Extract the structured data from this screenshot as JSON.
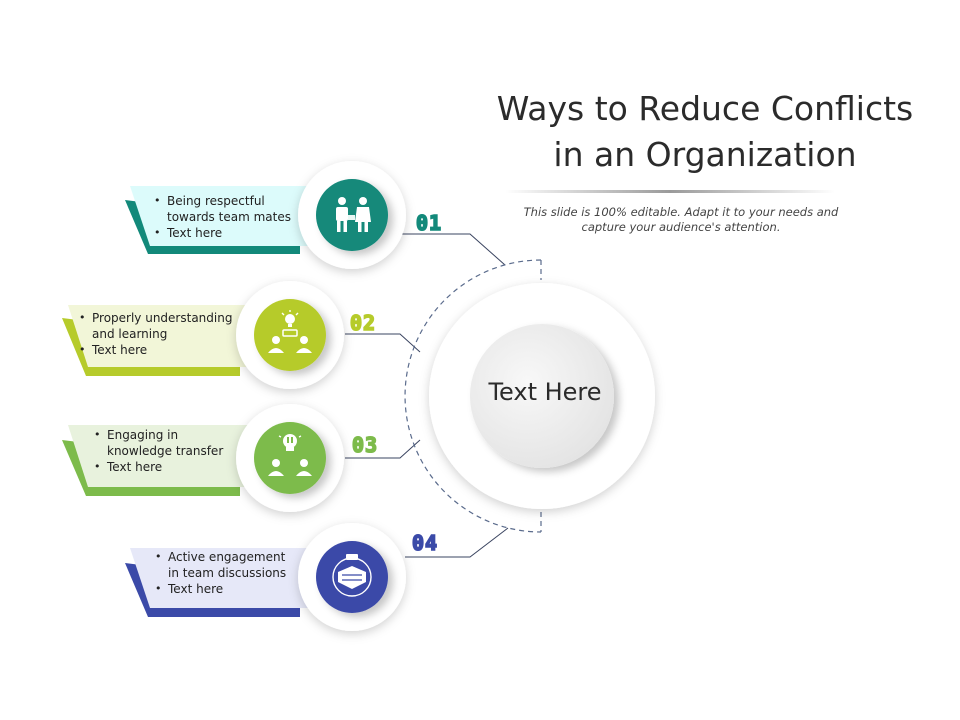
{
  "title": {
    "line1": "Ways to Reduce Conflicts",
    "line2": "in an Organization"
  },
  "subtitle": {
    "line1": "This slide is 100% editable. Adapt it to your needs and",
    "line2": "capture your audience's attention."
  },
  "center": {
    "label": "Text Here"
  },
  "steps": [
    {
      "number": "01",
      "color": "#12897a",
      "light": "#dcfbfb",
      "icon": "business-team-icon",
      "bullets": [
        {
          "lines": [
            "Being respectful",
            "towards team mates"
          ]
        },
        {
          "lines": [
            "Text here"
          ]
        }
      ]
    },
    {
      "number": "02",
      "color": "#b6cb2b",
      "light": "#f2f6d8",
      "icon": "team-idea-icon",
      "bullets": [
        {
          "lines": [
            "Properly understanding",
            "and learning"
          ]
        },
        {
          "lines": [
            "Text here"
          ]
        }
      ]
    },
    {
      "number": "03",
      "color": "#7dbb4b",
      "light": "#e8f2dd",
      "icon": "knowledge-transfer-icon",
      "bullets": [
        {
          "lines": [
            "Engaging in",
            "knowledge transfer"
          ]
        },
        {
          "lines": [
            "Text here"
          ]
        }
      ]
    },
    {
      "number": "04",
      "color": "#3b4aa8",
      "light": "#e6e8f8",
      "icon": "team-hands-icon",
      "bullets": [
        {
          "lines": [
            "Active engagement",
            "in team discussions"
          ]
        },
        {
          "lines": [
            "Text here"
          ]
        }
      ]
    }
  ]
}
